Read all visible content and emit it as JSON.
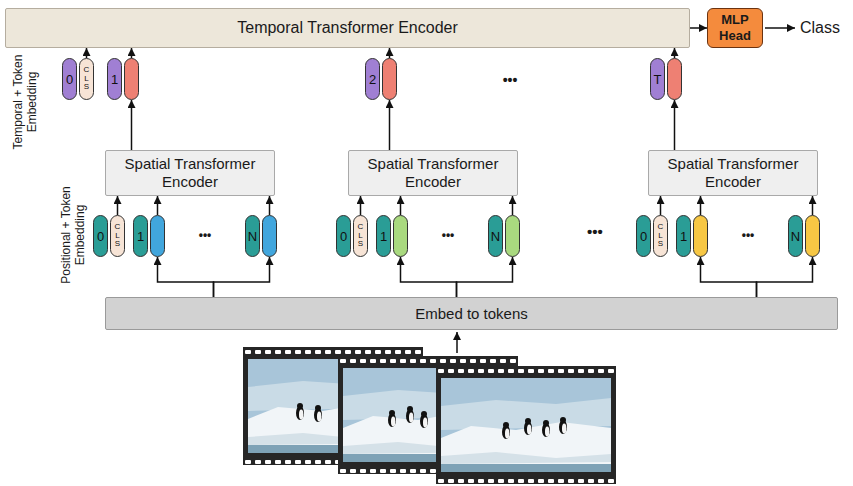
{
  "diagram": {
    "nodes": [
      {
        "text": [
          "Temporal Transformer Encoder"
        ]
      },
      {
        "text": [
          "MLP Head"
        ]
      },
      {
        "text": [
          "0",
          "CLS"
        ]
      },
      {
        "text": [
          "1"
        ]
      },
      {
        "text": [
          "2"
        ]
      },
      {
        "text": [
          "T"
        ]
      },
      {
        "text": [
          "Spatial Transformer Encoder"
        ]
      },
      {
        "text": [
          "Spatial Transformer Encoder"
        ]
      },
      {
        "text": [
          "Spatial Transformer Encoder"
        ]
      },
      {
        "text": [
          "0",
          "CLS"
        ]
      },
      {
        "text": [
          "1"
        ]
      },
      {
        "text": [
          "N"
        ]
      },
      {
        "text": [
          "0",
          "CLS"
        ]
      },
      {
        "text": [
          "1"
        ]
      },
      {
        "text": [
          "N"
        ]
      },
      {
        "text": [
          "0",
          "CLS"
        ]
      },
      {
        "text": [
          "1"
        ]
      },
      {
        "text": [
          "N"
        ]
      },
      {
        "text": [
          "Embed to tokens"
        ]
      }
    ],
    "edges": [
      {
        "from": 0,
        "to": 1,
        "arrow": "to"
      },
      {
        "from": 2,
        "to": 0,
        "arrow": "to"
      },
      {
        "from": 3,
        "to": 0,
        "arrow": "to"
      },
      {
        "from": 4,
        "to": 0,
        "arrow": "to"
      },
      {
        "from": 5,
        "to": 0,
        "arrow": "to"
      },
      {
        "from": 6,
        "to": 3,
        "arrow": "to"
      },
      {
        "from": 7,
        "to": 4,
        "arrow": "to"
      },
      {
        "from": 8,
        "to": 5,
        "arrow": "to"
      },
      {
        "from": 9,
        "to": 6,
        "arrow": "to"
      },
      {
        "from": 10,
        "to": 6,
        "arrow": "to"
      },
      {
        "from": 11,
        "to": 6,
        "arrow": "to"
      },
      {
        "from": 12,
        "to": 7,
        "arrow": "to"
      },
      {
        "from": 13,
        "to": 7,
        "arrow": "to"
      },
      {
        "from": 14,
        "to": 7,
        "arrow": "to"
      },
      {
        "from": 15,
        "to": 8,
        "arrow": "to"
      },
      {
        "from": 16,
        "to": 8,
        "arrow": "to"
      },
      {
        "from": 17,
        "to": 8,
        "arrow": "to"
      },
      {
        "from": 18,
        "to": 10,
        "arrow": "to"
      },
      {
        "from": 18,
        "to": 11,
        "arrow": "to"
      },
      {
        "from": 18,
        "to": 13,
        "arrow": "to"
      },
      {
        "from": 18,
        "to": 14,
        "arrow": "to"
      },
      {
        "from": 18,
        "to": 16,
        "arrow": "to"
      },
      {
        "from": 18,
        "to": 17,
        "arrow": "to"
      }
    ],
    "labels": [
      "Class",
      "Temporal + Token Embedding",
      "•••",
      "Positional + Token Embedding",
      "•••",
      "•••",
      "•••",
      "•••"
    ]
  }
}
